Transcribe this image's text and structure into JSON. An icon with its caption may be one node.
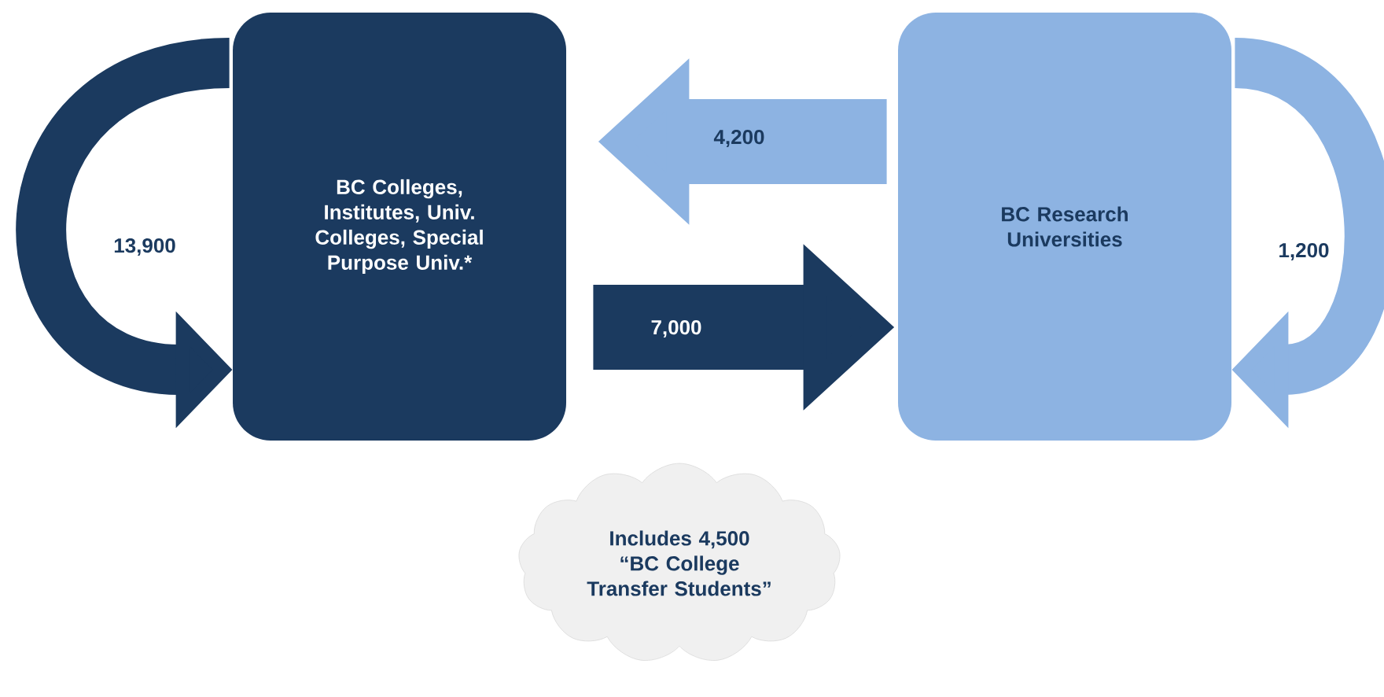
{
  "diagram": {
    "nodes": [
      {
        "text": [
          "BC Colleges, Institutes, Univ. Colleges, Special Purpose Univ.*"
        ]
      },
      {
        "text": [
          "BC Research Universities"
        ]
      },
      {
        "text": [
          "Includes 4,500 “BC College Transfer Students”"
        ]
      }
    ],
    "edges": [
      {
        "from": 0,
        "to": 0,
        "arrow": "to",
        "label": "13,900",
        "color": "#1b3a5f"
      },
      {
        "from": 1,
        "to": 0,
        "arrow": "to",
        "label": "4,200",
        "color": "#8db3e2"
      },
      {
        "from": 0,
        "to": 1,
        "arrow": "to",
        "label": "7,000",
        "color": "#1b3a5f"
      },
      {
        "from": 1,
        "to": 1,
        "arrow": "to",
        "label": "1,200",
        "color": "#8db3e2"
      }
    ]
  }
}
